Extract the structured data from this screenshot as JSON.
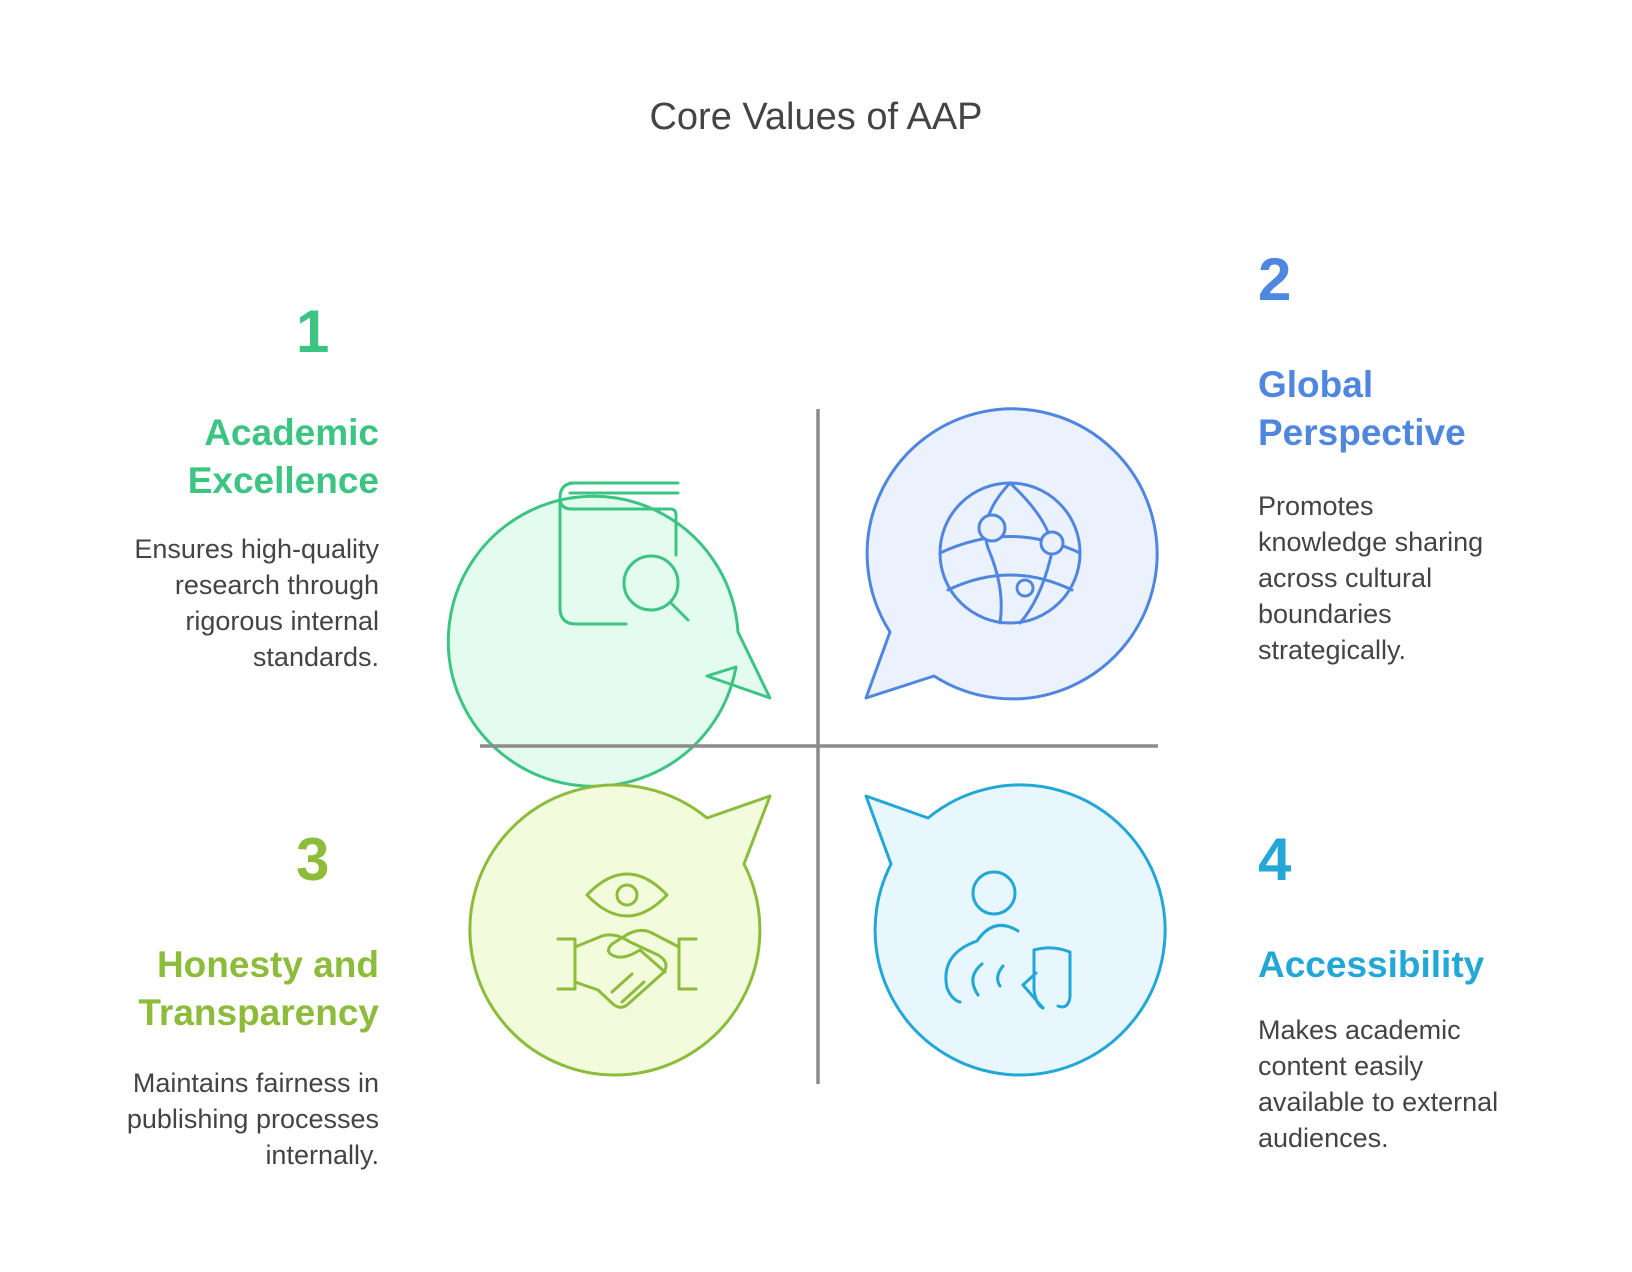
{
  "title": "Core Values of AAP",
  "colors": {
    "green": "#3cc483",
    "blue": "#4f86e0",
    "lime": "#8dbb3a",
    "cyan": "#23a7d6",
    "divider": "#8c8c8c",
    "text": "#444444"
  },
  "items": [
    {
      "number": "1",
      "title_lines": [
        "Academic",
        "Excellence"
      ],
      "desc_lines": [
        "Ensures high-quality",
        "research through",
        "rigorous internal",
        "standards."
      ],
      "icon": "book-search-icon"
    },
    {
      "number": "2",
      "title_lines": [
        "Global",
        "Perspective"
      ],
      "desc_lines": [
        "Promotes",
        "knowledge sharing",
        "across cultural",
        "boundaries",
        "strategically."
      ],
      "icon": "network-globe-icon"
    },
    {
      "number": "3",
      "title_lines": [
        "Honesty and",
        "Transparency"
      ],
      "desc_lines": [
        "Maintains fairness in",
        "publishing processes",
        "internally."
      ],
      "icon": "eye-handshake-icon"
    },
    {
      "number": "4",
      "title_lines": [
        "Accessibility"
      ],
      "desc_lines": [
        "Makes academic",
        "content easily",
        "available to external",
        "audiences."
      ],
      "icon": "touch-accessibility-icon"
    }
  ]
}
